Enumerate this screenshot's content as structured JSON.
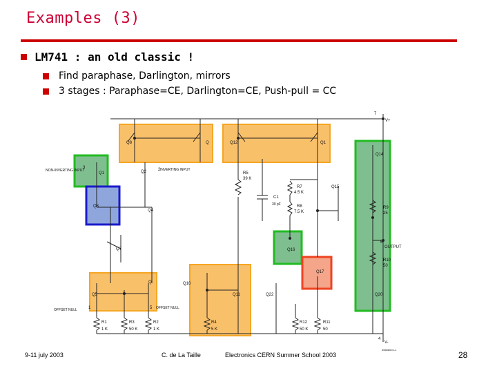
{
  "slide": {
    "title": "Examples (3)",
    "bullet1": "LM741 : an old classic !",
    "sub_bullets": [
      "Find paraphase, Darlington, mirrors",
      "3 stages : Paraphase=CE, Darlington=CE, Push-pull = CC"
    ],
    "footer": {
      "date": "9-11 july 2003",
      "author": "C. de La Taille",
      "event": "Electronics CERN Summer School 2003",
      "page": "28"
    }
  },
  "schematic": {
    "labels": {
      "q8": "Q8",
      "q9": "Q",
      "q12": "Q12",
      "q13": "Q1",
      "q14": "Q14",
      "q1": "Q1",
      "q2": "Q2",
      "q3": "Q3",
      "q4": "Q4",
      "q7": "Q7",
      "q5": "Q5",
      "q6": "Q",
      "q10": "Q10",
      "q11": "Q11",
      "q15": "Q15",
      "q16": "Q16",
      "q17": "Q17",
      "q22": "Q22",
      "q20": "Q20",
      "noninv": "NON-INVERTING INPUT",
      "inv": "INVERTING INPUT",
      "r5": "R5",
      "r5v": "39 K",
      "r7": "R7",
      "r7v": "4.5 K",
      "r8": "R8",
      "r8v": "7.5 K",
      "c1": "C1",
      "c1v": "30 pF",
      "r9": "R9",
      "r9v": "25",
      "r10": "R10",
      "r10v": "50",
      "output": "OUTPUT",
      "r1": "R1",
      "r1v": "1 K",
      "r3": "R3",
      "r3v": "50 K",
      "r2": "R2",
      "r2v": "1 K",
      "r4": "R4",
      "r4v": "5 K",
      "r12": "R12",
      "r12v": "50 K",
      "r11": "R11",
      "r11v": "50",
      "offset": "OFFSET NULL",
      "offset2": "OFFSET NULL",
      "vplus": "V+",
      "vminus": "V-",
      "pin7": "7",
      "pin2": "2",
      "pin3": "3",
      "pin6": "6",
      "pin4": "4",
      "pin1": "1",
      "pin5": "5",
      "code": "05608001-1"
    },
    "colors": {
      "orange": "#f9c06a",
      "orange_border": "#f5a623",
      "green": "#7fbf8f",
      "green_border": "#22bb22",
      "blue": "#8fa6dd",
      "blue_border": "#1a1acc",
      "red": "#f4a58a",
      "red_border": "#ee4422"
    }
  }
}
